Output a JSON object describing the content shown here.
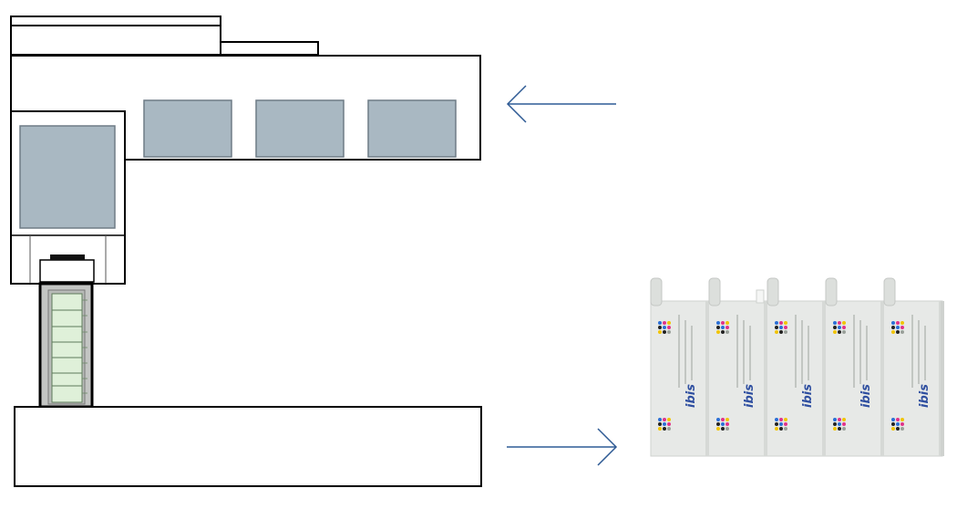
{
  "diagram": {
    "colors": {
      "outline": "#000000",
      "window_fill": "#a9b8c2",
      "window_stroke": "#6f7c86",
      "tray_fill": "#c3c5c3",
      "card_fill": "#dff0d9",
      "card_stroke": "#5e7a5a",
      "arrow": "#2f5b95",
      "pack_fill": "#e7e9e7",
      "brand_color": "#2f4fa0"
    },
    "arrows": [
      {
        "name": "arrow-left-icon",
        "direction": "left"
      },
      {
        "name": "arrow-right-icon",
        "direction": "right"
      }
    ],
    "pack": {
      "brand": "ibis",
      "unit_count": 5
    }
  }
}
